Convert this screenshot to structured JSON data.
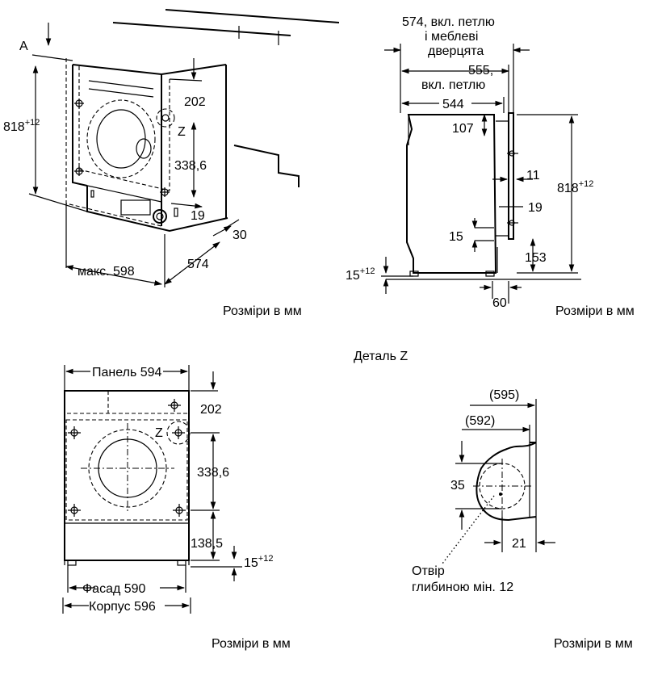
{
  "units_caption": "Розміри в мм",
  "detail_title": "Деталь Z",
  "iso": {
    "label_a": "A",
    "dim_height": "818",
    "dim_height_tol": "+12",
    "dim_202": "202",
    "label_z": "Z",
    "dim_338": "338,6",
    "dim_19": "19",
    "dim_30": "30",
    "dim_574": "574",
    "dim_max598": "макс. 598"
  },
  "side": {
    "dim_574_line1": "574, вкл. петлю",
    "dim_574_line2": "і меблеві",
    "dim_574_line3": "дверцята",
    "dim_555_line1": "555,",
    "dim_555_line2": "вкл. петлю",
    "dim_544": "544",
    "dim_107": "107",
    "dim_11": "11",
    "dim_818": "818",
    "dim_818_tol": "+12",
    "dim_19": "19",
    "dim_15": "15",
    "dim_153": "153",
    "dim_15b": "15",
    "dim_15b_tol": "+12",
    "dim_60": "60"
  },
  "front": {
    "dim_panel": "Панель 594",
    "dim_202": "202",
    "label_z": "Z",
    "dim_338": "338,6",
    "dim_138": "138,5",
    "dim_15": "15",
    "dim_15_tol": "+12",
    "dim_facade": "Фасад 590",
    "dim_body": "Корпус 596"
  },
  "detail": {
    "dim_595": "(595)",
    "dim_592": "(592)",
    "dim_35": "35",
    "dim_21": "21",
    "note_line1": "Отвір",
    "note_line2": "глибиною мін. 12"
  }
}
